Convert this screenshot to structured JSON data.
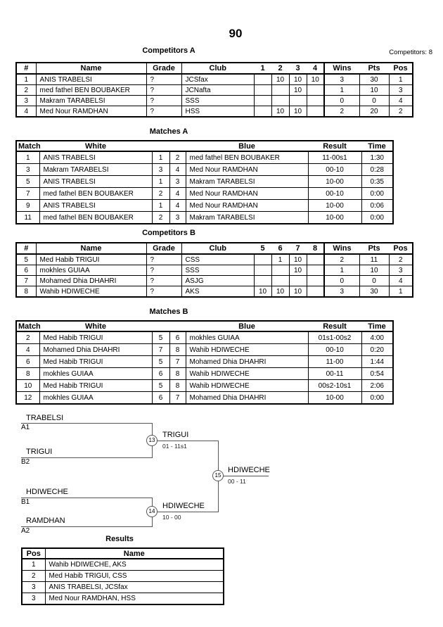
{
  "page": {
    "title": "90",
    "competitors_count": "Competitors: 8"
  },
  "competitors_a": {
    "heading": "Competitors A",
    "headers": [
      "#",
      "Name",
      "Grade",
      "Club",
      "1",
      "2",
      "3",
      "4",
      "Wins",
      "Pts",
      "Pos"
    ],
    "rows": [
      [
        "1",
        "ANIS TRABELSI",
        "?",
        "JCSfax",
        "",
        "10",
        "10",
        "10",
        "3",
        "30",
        "1"
      ],
      [
        "2",
        "med fathel BEN BOUBAKER",
        "?",
        "JCNafta",
        "",
        "",
        "10",
        "",
        "1",
        "10",
        "3"
      ],
      [
        "3",
        "Makram TARABELSI",
        "?",
        "SSS",
        "",
        "",
        "",
        "",
        "0",
        "0",
        "4"
      ],
      [
        "4",
        "Med Nour RAMDHAN",
        "?",
        "HSS",
        "",
        "10",
        "10",
        "",
        "2",
        "20",
        "2"
      ]
    ]
  },
  "matches_a": {
    "heading": "Matches A",
    "headers": [
      "Match",
      "White",
      "",
      "",
      "Blue",
      "Result",
      "Time"
    ],
    "rows": [
      [
        "1",
        "ANIS TRABELSI",
        "1",
        "2",
        "med fathel BEN BOUBAKER",
        "11-00s1",
        "1:30"
      ],
      [
        "3",
        "Makram TARABELSI",
        "3",
        "4",
        "Med Nour RAMDHAN",
        "00-10",
        "0:28"
      ],
      [
        "5",
        "ANIS TRABELSI",
        "1",
        "3",
        "Makram TARABELSI",
        "10-00",
        "0:35"
      ],
      [
        "7",
        "med fathel BEN BOUBAKER",
        "2",
        "4",
        "Med Nour RAMDHAN",
        "00-10",
        "0:00"
      ],
      [
        "9",
        "ANIS TRABELSI",
        "1",
        "4",
        "Med Nour RAMDHAN",
        "10-00",
        "0:06"
      ],
      [
        "11",
        "med fathel BEN BOUBAKER",
        "2",
        "3",
        "Makram TARABELSI",
        "10-00",
        "0:00"
      ]
    ]
  },
  "competitors_b": {
    "heading": "Competitors B",
    "headers": [
      "#",
      "Name",
      "Grade",
      "Club",
      "5",
      "6",
      "7",
      "8",
      "Wins",
      "Pts",
      "Pos"
    ],
    "rows": [
      [
        "5",
        "Med Habib TRIGUI",
        "?",
        "CSS",
        "",
        "1",
        "10",
        "",
        "2",
        "11",
        "2"
      ],
      [
        "6",
        "mokhles GUIAA",
        "?",
        "SSS",
        "",
        "",
        "10",
        "",
        "1",
        "10",
        "3"
      ],
      [
        "7",
        "Mohamed Dhia DHAHRI",
        "?",
        "ASJG",
        "",
        "",
        "",
        "",
        "0",
        "0",
        "4"
      ],
      [
        "8",
        "Wahib HDIWECHE",
        "?",
        "AKS",
        "10",
        "10",
        "10",
        "",
        "3",
        "30",
        "1"
      ]
    ]
  },
  "matches_b": {
    "heading": "Matches B",
    "headers": [
      "Match",
      "White",
      "",
      "",
      "Blue",
      "Result",
      "Time"
    ],
    "rows": [
      [
        "2",
        "Med Habib TRIGUI",
        "5",
        "6",
        "mokhles GUIAA",
        "01s1-00s2",
        "4:00"
      ],
      [
        "4",
        "Mohamed Dhia DHAHRI",
        "7",
        "8",
        "Wahib HDIWECHE",
        "00-10",
        "0:20"
      ],
      [
        "6",
        "Med Habib TRIGUI",
        "5",
        "7",
        "Mohamed Dhia DHAHRI",
        "11-00",
        "1:44"
      ],
      [
        "8",
        "mokhles GUIAA",
        "6",
        "8",
        "Wahib HDIWECHE",
        "00-11",
        "0:54"
      ],
      [
        "10",
        "Med Habib TRIGUI",
        "5",
        "8",
        "Wahib HDIWECHE",
        "00s2-10s1",
        "2:06"
      ],
      [
        "12",
        "mokhles GUIAA",
        "6",
        "7",
        "Mohamed Dhia DHAHRI",
        "10-00",
        "0:00"
      ]
    ]
  },
  "results": {
    "heading": "Results",
    "headers": [
      "Pos",
      "Name"
    ],
    "rows": [
      [
        "1",
        "Wahib HDIWECHE, AKS"
      ],
      [
        "2",
        "Med Habib TRIGUI, CSS"
      ],
      [
        "3",
        "ANIS TRABELSI, JCSfax"
      ],
      [
        "3",
        "Med Nour RAMDHAN, HSS"
      ]
    ]
  },
  "bracket": {
    "round1": [
      {
        "name": "TRABELSI",
        "seed": "A1"
      },
      {
        "name": "TRIGUI",
        "seed": "B2"
      },
      {
        "name": "HDIWECHE",
        "seed": "B1"
      },
      {
        "name": "RAMDHAN",
        "seed": "A2"
      }
    ],
    "semifinals": [
      {
        "match_no": "13",
        "winner": "TRIGUI",
        "score": "01 - 11s1"
      },
      {
        "match_no": "14",
        "winner": "HDIWECHE",
        "score": "10 - 00"
      }
    ],
    "final": {
      "match_no": "15",
      "winner": "HDIWECHE",
      "score": "00 - 11"
    }
  }
}
